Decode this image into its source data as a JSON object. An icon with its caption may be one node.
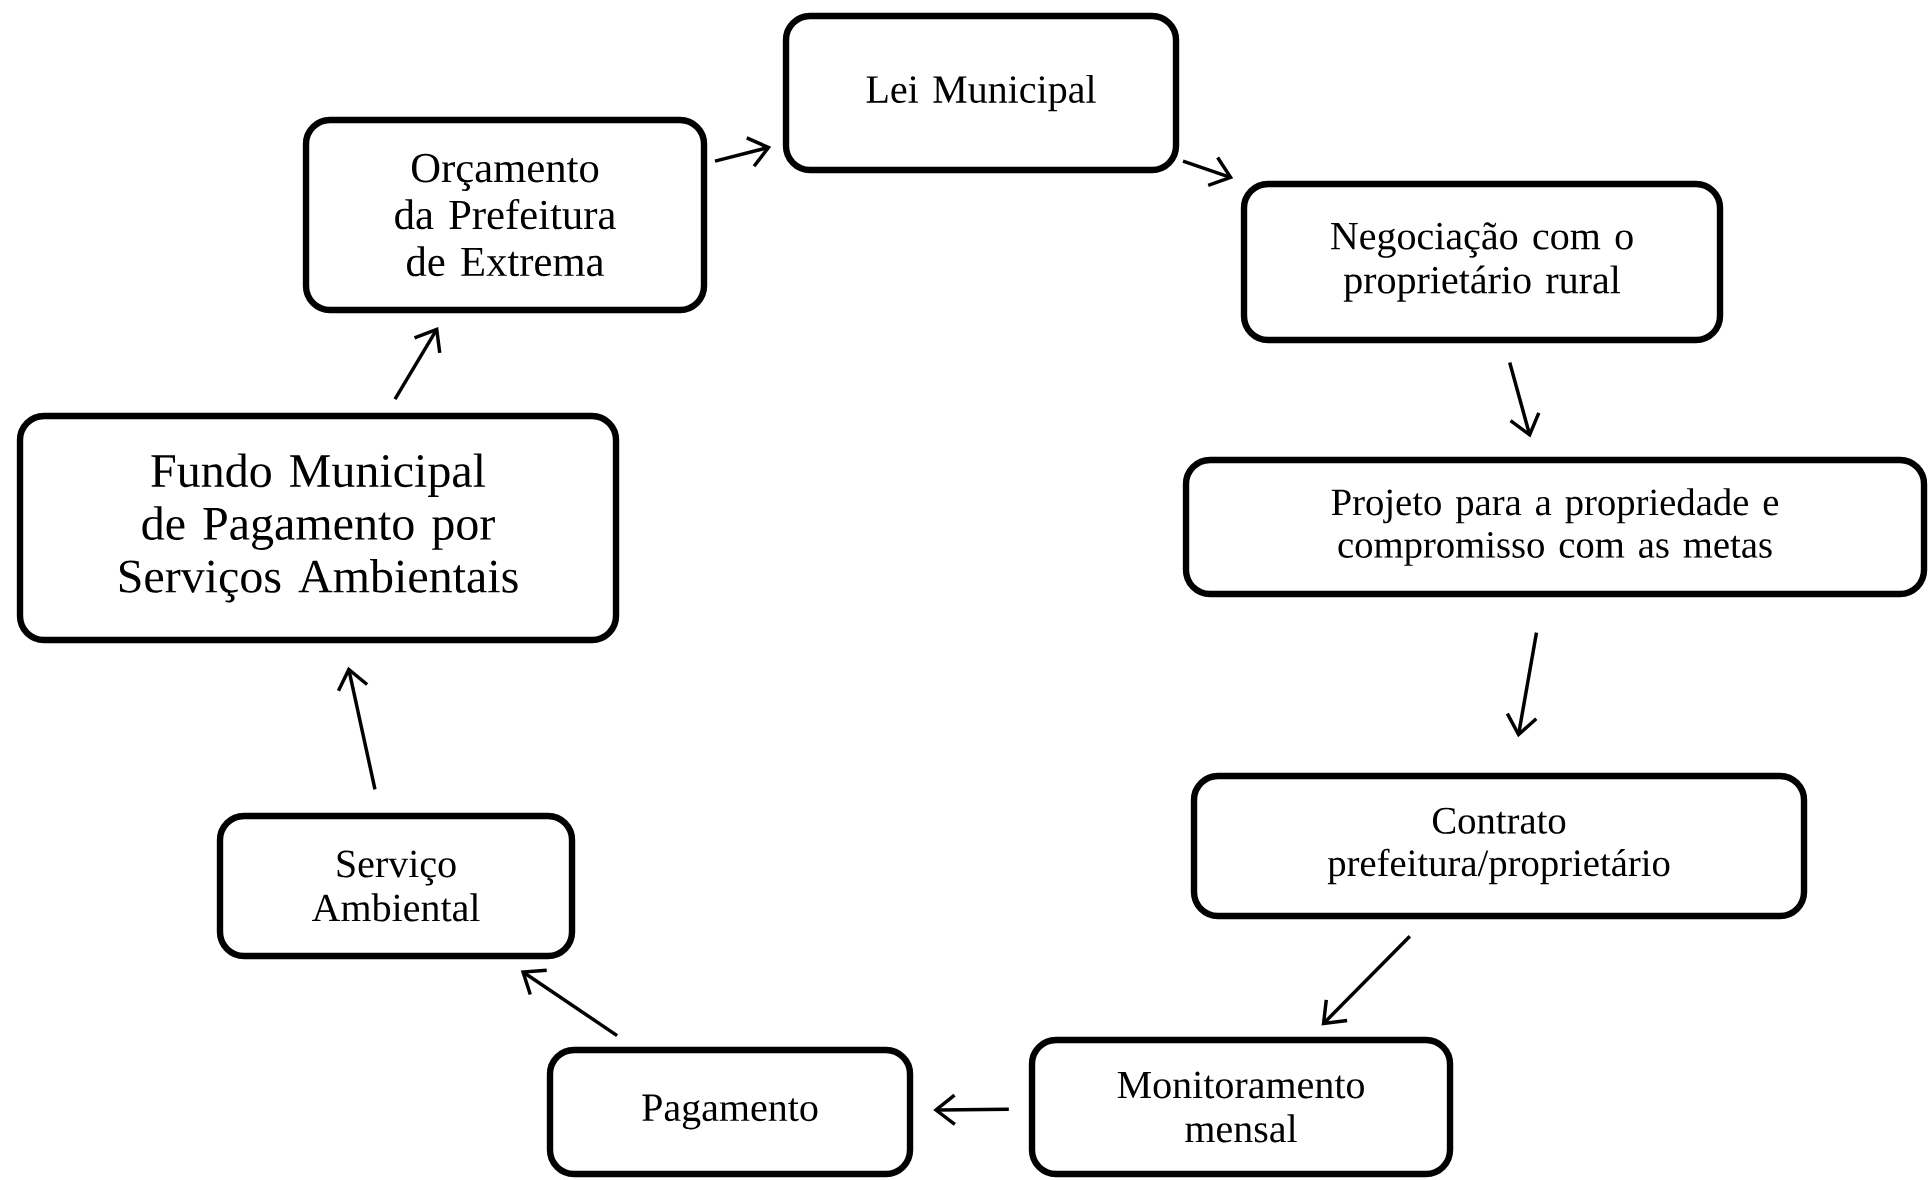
{
  "diagram": {
    "nodes": [
      {
        "text": [
          "Lei Municipal"
        ]
      },
      {
        "text": [
          "Negociação com o proprietário rural"
        ]
      },
      {
        "text": [
          "Projeto para a propriedade e compromisso com as metas"
        ]
      },
      {
        "text": [
          "Contrato prefeitura/proprietário"
        ]
      },
      {
        "text": [
          "Monitoramento mensal"
        ]
      },
      {
        "text": [
          "Pagamento"
        ]
      },
      {
        "text": [
          "Serviço Ambiental"
        ]
      },
      {
        "text": [
          "Fundo Municipal de Pagamento por Serviços Ambientais"
        ]
      },
      {
        "text": [
          "Orçamento da Prefeitura de Extrema"
        ]
      }
    ],
    "edges": [
      {
        "from": 8,
        "to": 0,
        "arrow": "to"
      },
      {
        "from": 0,
        "to": 1,
        "arrow": "to"
      },
      {
        "from": 1,
        "to": 2,
        "arrow": "to"
      },
      {
        "from": 2,
        "to": 3,
        "arrow": "to"
      },
      {
        "from": 3,
        "to": 4,
        "arrow": "to"
      },
      {
        "from": 4,
        "to": 5,
        "arrow": "to"
      },
      {
        "from": 5,
        "to": 6,
        "arrow": "to"
      },
      {
        "from": 6,
        "to": 7,
        "arrow": "to"
      },
      {
        "from": 7,
        "to": 8,
        "arrow": "to"
      }
    ]
  }
}
